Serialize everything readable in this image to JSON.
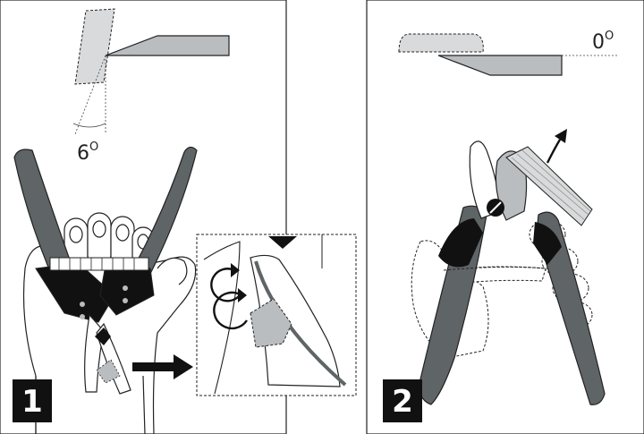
{
  "panels": [
    {
      "number": "1",
      "angle": "6",
      "degree_symbol": "O"
    },
    {
      "number": "2",
      "angle": "0",
      "degree_symbol": "O"
    }
  ],
  "colors": {
    "handle": "#5f6466",
    "blade": "#b9bdbf",
    "stone": "#d8dadb",
    "hub": "#111111",
    "outline": "#222222"
  },
  "icons": [
    "sharpening-stone-icon",
    "pruning-shears-icon",
    "hand-outline-icon",
    "rotation-arrows-icon",
    "arrow-right-icon",
    "arrow-up-right-icon"
  ]
}
